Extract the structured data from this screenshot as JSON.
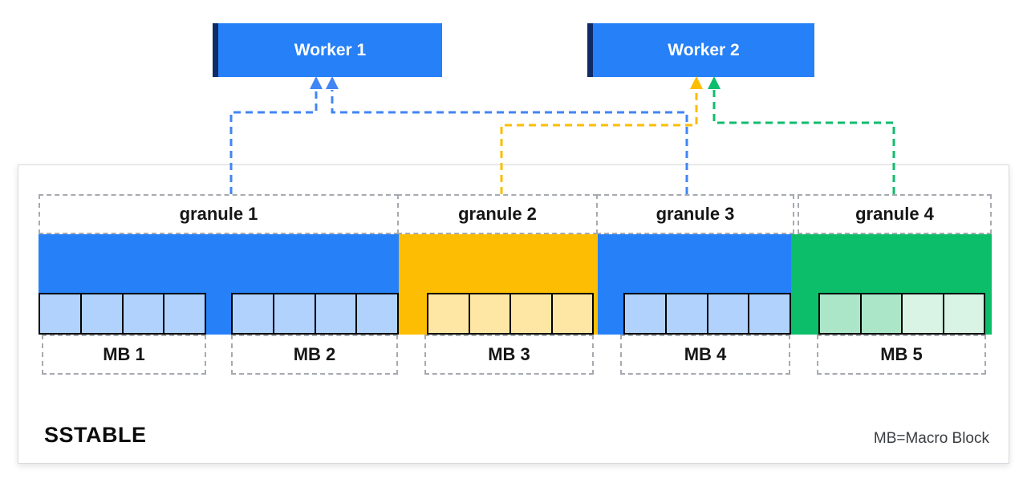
{
  "workers": [
    {
      "label": "Worker 1"
    },
    {
      "label": "Worker 2"
    }
  ],
  "granules": [
    {
      "label": "granule 1"
    },
    {
      "label": "granule 2"
    },
    {
      "label": "granule 3"
    },
    {
      "label": "granule 4"
    }
  ],
  "macro_blocks": [
    {
      "label": "MB 1"
    },
    {
      "label": "MB 2"
    },
    {
      "label": "MB 3"
    },
    {
      "label": "MB 4"
    },
    {
      "label": "MB 5"
    }
  ],
  "sstable": {
    "label": "SSTABLE",
    "legend": "MB=Macro Block"
  },
  "connections": [
    {
      "granule": "granule 1",
      "worker": "Worker 1"
    },
    {
      "granule": "granule 3",
      "worker": "Worker 1"
    },
    {
      "granule": "granule 2",
      "worker": "Worker 2"
    },
    {
      "granule": "granule 4",
      "worker": "Worker 2"
    }
  ],
  "colors": {
    "worker_fill": "#2680f8",
    "worker_edge": "#0e2b66",
    "bar_blue": "#2680f8",
    "bar_yellow": "#fcbd02",
    "bar_green": "#0cbe6a",
    "cell_blue": "#b0d2fc",
    "cell_yellow": "#fee6a4",
    "mb5_cells": [
      "#abe6c8",
      "#abe6c8",
      "#d9f3e4",
      "#d9f3e4"
    ],
    "connector_blue": "#4285f4",
    "connector_yellow": "#fcbd02",
    "connector_green": "#10bc6e",
    "dashed_box_gray": "#a6aab0"
  }
}
